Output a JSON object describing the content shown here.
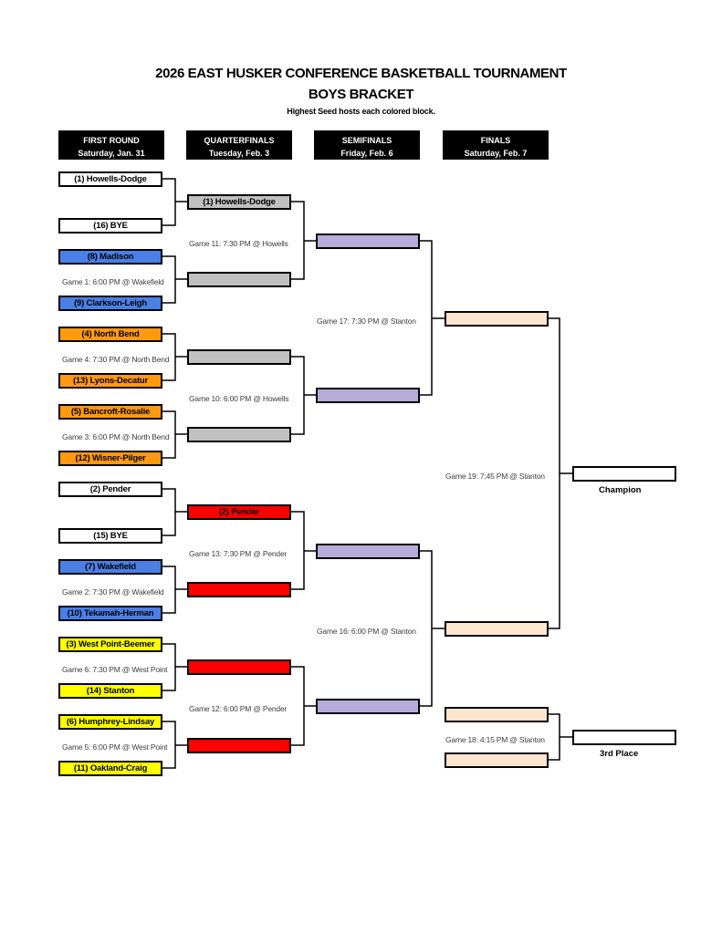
{
  "title": {
    "line1": "2026 EAST HUSKER CONFERENCE BASKETBALL TOURNAMENT",
    "line2": "BOYS BRACKET",
    "note": "Highest Seed hosts each colored block."
  },
  "rounds": [
    {
      "name": "FIRST ROUND",
      "date": "Saturday, Jan. 31"
    },
    {
      "name": "QUARTERFINALS",
      "date": "Tuesday, Feb. 3"
    },
    {
      "name": "SEMIFINALS",
      "date": "Friday, Feb. 6"
    },
    {
      "name": "FINALS",
      "date": "Saturday, Feb. 7"
    }
  ],
  "first_round": [
    {
      "team": "(1) Howells-Dodge",
      "color": "#ffffff"
    },
    {
      "team": "(16) BYE",
      "color": "#ffffff"
    },
    {
      "team": "(8) Madison",
      "color": "#4a7fe6"
    },
    {
      "team": "(9) Clarkson-Leigh",
      "color": "#4a7fe6"
    },
    {
      "team": "(4) North Bend",
      "color": "#ff9a10"
    },
    {
      "team": "(13) Lyons-Decatur",
      "color": "#ff9a10"
    },
    {
      "team": "(5) Bancroft-Rosalie",
      "color": "#ff9a10"
    },
    {
      "team": "(12) Wisner-Pilger",
      "color": "#ff9a10"
    },
    {
      "team": "(2) Pender",
      "color": "#ffffff"
    },
    {
      "team": "(15) BYE",
      "color": "#ffffff"
    },
    {
      "team": "(7) Wakefield",
      "color": "#4a7fe6"
    },
    {
      "team": "(10) Tekamah-Herman",
      "color": "#4a7fe6"
    },
    {
      "team": "(3) West Point-Beemer",
      "color": "#ffff00"
    },
    {
      "team": "(14) Stanton",
      "color": "#ffff00"
    },
    {
      "team": "(6) Humphrey-Lindsay",
      "color": "#ffff00"
    },
    {
      "team": "(11) Oakland-Craig",
      "color": "#ffff00"
    }
  ],
  "quarterfinals": [
    {
      "team": "(1) Howells-Dodge",
      "color": "#c0c0c0"
    },
    {
      "team": "",
      "color": "#c0c0c0"
    },
    {
      "team": "",
      "color": "#c0c0c0"
    },
    {
      "team": "",
      "color": "#c0c0c0"
    },
    {
      "team": "(2) Pender",
      "color": "#ff0000"
    },
    {
      "team": "",
      "color": "#ff0000"
    },
    {
      "team": "",
      "color": "#ff0000"
    },
    {
      "team": "",
      "color": "#ff0000"
    }
  ],
  "games": {
    "g1": "Game 1:  6:00 PM @    Wakefield",
    "g2": "Game 2:  7:30 PM @    Wakefield",
    "g3": "Game 3:  6:00 PM @    North Bend",
    "g4": "Game 4:  7:30 PM @    North Bend",
    "g5": "Game 5:  6:00 PM @    West Point",
    "g6": "Game 6:  7:30 PM @    West Point",
    "g10": "Game 10:  6:00 PM @  Howells",
    "g11": "Game 11:  7:30 PM @  Howells",
    "g12": "Game 12:  6:00 PM @  Pender",
    "g13": "Game 13:  7:30 PM @  Pender",
    "g16": "Game 16:  6:00 PM @  Stanton",
    "g17": "Game 17:  7:30 PM @  Stanton",
    "g18": "Game 18:  4:15 PM @  Stanton",
    "g19": "Game 19:  7:45 PM @  Stanton"
  },
  "labels": {
    "champion": "Champion",
    "third": "3rd Place"
  }
}
